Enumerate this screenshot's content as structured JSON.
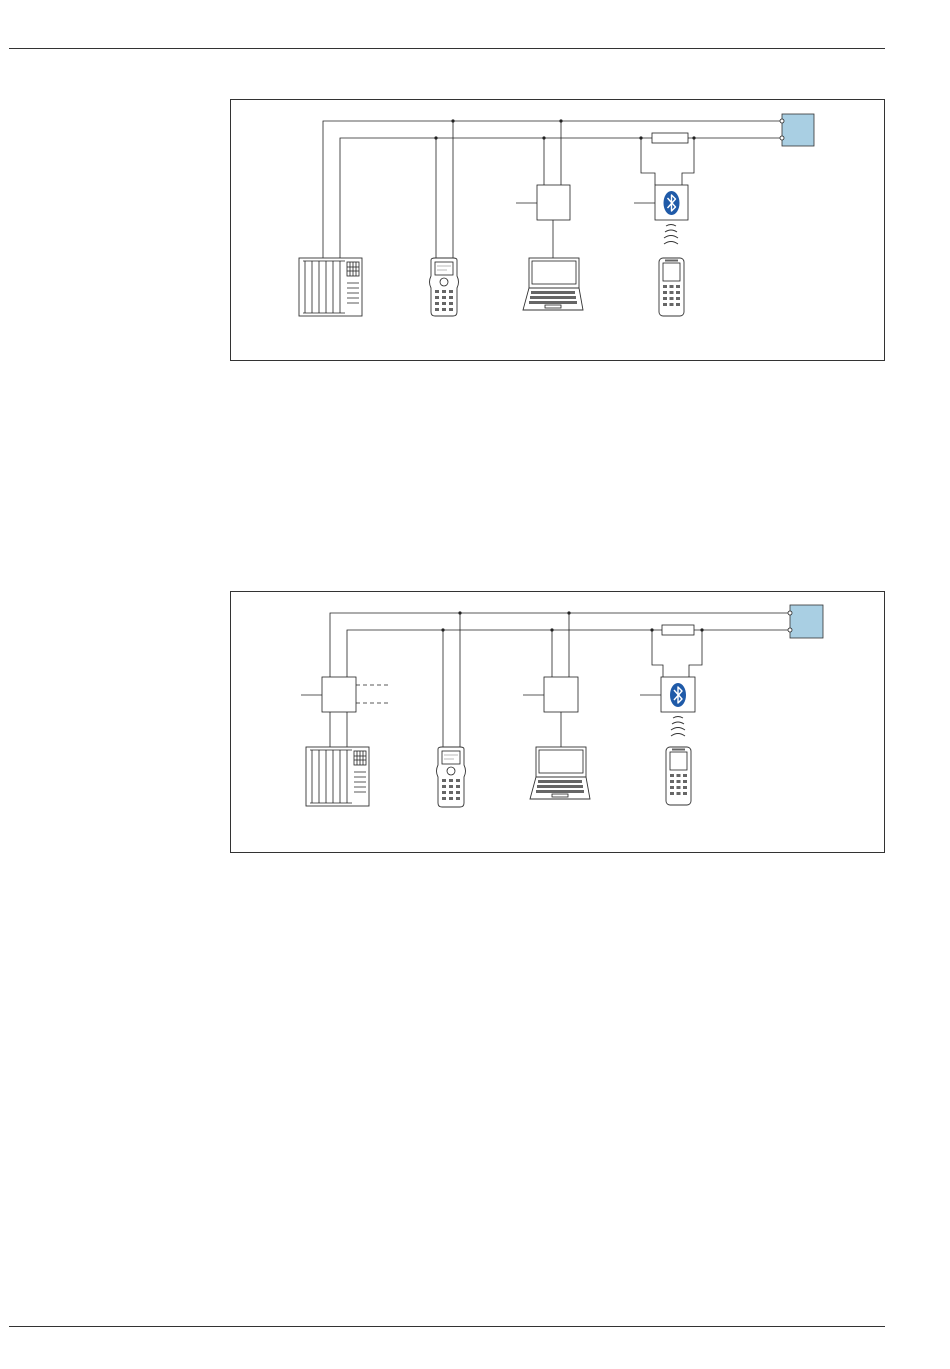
{
  "colors": {
    "line": "#222222",
    "field_device": "#a9cfe3",
    "bluetooth": "#1f5aa8",
    "rule": "#333333"
  },
  "figures": [
    {
      "devices": [
        "control-system",
        "handheld-terminal",
        "computer",
        "smartphone"
      ],
      "interfaces": [
        "commubox",
        "bluetooth-modem"
      ],
      "icons": [
        "bluetooth-icon",
        "wireless-signal-icon"
      ]
    },
    {
      "devices": [
        "control-system",
        "handheld-terminal",
        "computer",
        "smartphone"
      ],
      "interfaces": [
        "isolator",
        "commubox",
        "bluetooth-modem"
      ],
      "icons": [
        "bluetooth-icon",
        "wireless-signal-icon"
      ]
    }
  ]
}
